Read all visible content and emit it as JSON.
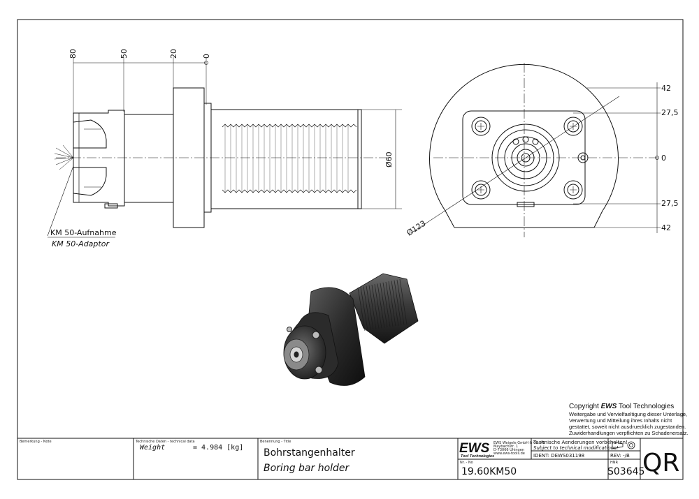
{
  "dimensions_top": [
    "80",
    "50",
    "20",
    "0"
  ],
  "dim_diameter_side": "Ø60",
  "dim_diameter_front": "Ø123",
  "dims_right": [
    "42",
    "27,5",
    "0",
    "27,5",
    "42"
  ],
  "callout": {
    "line1": "KM 50-Aufnahme",
    "line2": "KM 50-Adaptor"
  },
  "copyright": {
    "prefix": "Copyright ",
    "brand": "EWS",
    "suffix": " Tool Technologies",
    "lines": [
      "Weitergabe und Vervielfaeltigung dieser Unterlage,",
      "Verwertung und Mitteilung ihres Inhalts nicht",
      "gestattet, soweit nicht ausdruecklich zugestanden.",
      "Zuwiderhandlungen verpflichten zu Schadenersatz."
    ]
  },
  "title_block": {
    "remark_label": "Bemerkung - Note",
    "tech_label": "Technische Daten - technical data",
    "weight_label": "Weight",
    "weight_value": "= 4.984 [kg]",
    "name_label": "Benennung - Title",
    "title_de": "Bohrstangenhalter",
    "title_en": "Boring bar holder",
    "logo_text": "EWS",
    "logo_sub": "Tool Technologies",
    "company_lines": [
      "EWS Weigele GmbH & Co. KG",
      "Maybachstr. 1",
      "D-73066 Uhingen",
      "www.ews-tools.de"
    ],
    "notice_de": "Technische Aenderungen vorbehalten!",
    "notice_en": "Subject to technical modifications!",
    "ident": "IDENT: DEWS031198",
    "rev": "REV: -/B",
    "nr_label": "Nr. - No",
    "part_no": "19.60KM50",
    "hnr_label": "HNR",
    "drawing_no": "S03645",
    "qr": "QR"
  }
}
